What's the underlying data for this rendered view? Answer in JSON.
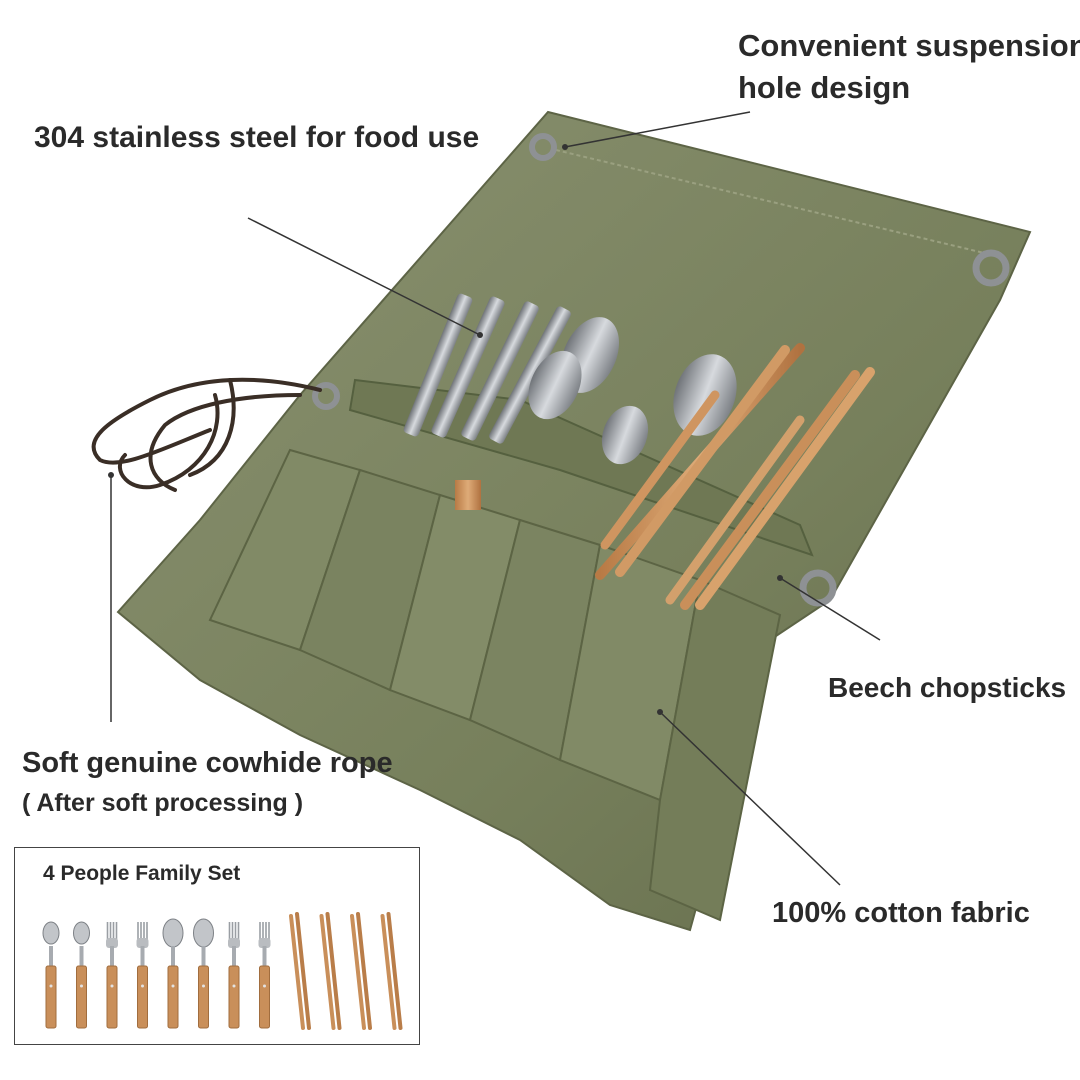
{
  "callouts": {
    "suspension_hole_line1": "Convenient suspension",
    "suspension_hole_line2": "hole design",
    "stainless_steel": "304 stainless steel for food use",
    "chopsticks": "Beech chopsticks",
    "rope_line1": "Soft genuine cowhide rope",
    "rope_line2": "( After soft processing )",
    "fabric": "100% cotton fabric"
  },
  "inset": {
    "title": "4 People Family Set",
    "items": [
      "spoon",
      "spoon",
      "fork",
      "fork",
      "soup-spoon",
      "soup-spoon",
      "fork",
      "fork",
      "chopsticks",
      "chopsticks",
      "chopsticks",
      "chopsticks"
    ]
  },
  "colors": {
    "canvas_green": "#7d8560",
    "canvas_dark": "#5f6647",
    "wood": "#c98f5a",
    "steel": "#b9bcc0",
    "text": "#2a2a2a"
  }
}
